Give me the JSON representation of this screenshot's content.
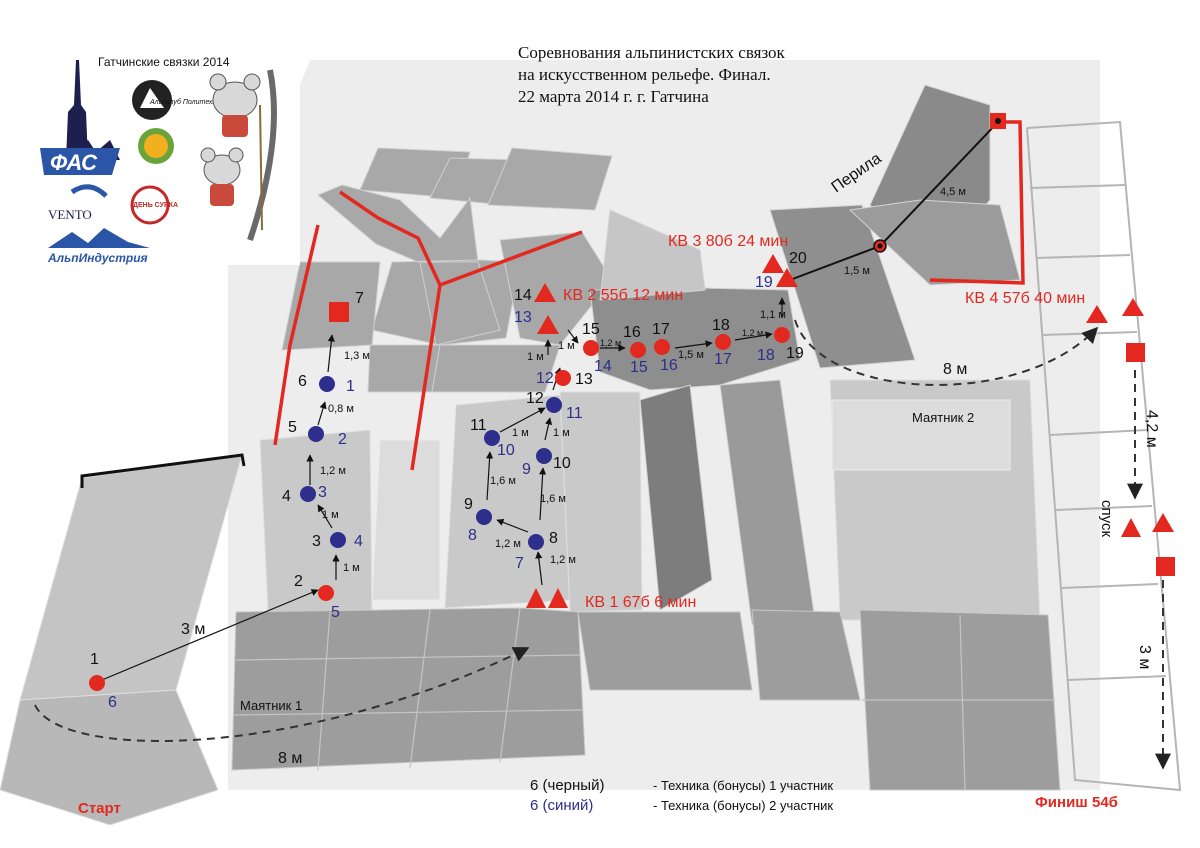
{
  "title_lines": [
    "Соревнования альпинистских связок",
    "на искусственном рельефе. Финал.",
    "22 марта 2014 г.  г. Гатчина"
  ],
  "logo_caption": "Гатчинские связки 2014",
  "logos": {
    "vento": "VENTO",
    "alpindustria": "АльпИндустрия",
    "fas": "ФАС",
    "club": "Альпклуб Политехник",
    "den_surka": "ДЕНЬ СУРКА"
  },
  "labels": {
    "start": "Старт",
    "finish": "Финиш 54б",
    "pendulum1": "Маятник 1",
    "pendulum2": "Маятник 2",
    "perila": "Перила",
    "descent": "спуск"
  },
  "checkpoints": {
    "kv1": "КВ 1 67б 6 мин",
    "kv2": "КВ 2 55б 12 мин",
    "kv3": "КВ 3 80б 24 мин",
    "kv4": "КВ 4 57б 40 мин"
  },
  "distances": {
    "d_3m": "3 м",
    "d_8m_bottom": "8 м",
    "d_8m_right": "8 м",
    "d_42m": "4,2 м",
    "d_3m_right": "3 м",
    "d_45m": "4,5 м",
    "d_15m_perila": "1,5 м",
    "c1": "1,3 м",
    "c2": "0,8 м",
    "c3": "1,2 м",
    "c4": "1 м",
    "c5": "1 м",
    "m1": "1,2 м",
    "m2": "1,2 м",
    "m3": "1,6 м",
    "m4": "1,6 м",
    "m5": "1 м",
    "m6": "1 м",
    "m7": "1 м",
    "m8": "1 м",
    "m9": "1 м",
    "r1": "1,2 м",
    "r2": "1,5 м",
    "r3": "1,2 м",
    "r4": "1,1 м"
  },
  "holds_black": [
    "1",
    "2",
    "3",
    "4",
    "5",
    "6",
    "7",
    "8",
    "9",
    "10",
    "11",
    "12",
    "13",
    "14",
    "15",
    "16",
    "17",
    "18",
    "19",
    "20"
  ],
  "holds_blue": [
    "1",
    "2",
    "3",
    "4",
    "5",
    "6",
    "7",
    "8",
    "9",
    "10",
    "11",
    "12",
    "13",
    "14",
    "15",
    "16",
    "17",
    "18",
    "19"
  ],
  "legend": [
    {
      "marker": "6 (черный)",
      "text": "- Техника (бонусы) 1 участник"
    },
    {
      "marker": "6 (синий)",
      "text": "- Техника (бонусы) 2 участник"
    }
  ],
  "colors": {
    "red": "#e3281f",
    "blue": "#2e2f8c",
    "wall_light": "#e6e6e6",
    "wall_mid": "#bdbdbd",
    "wall_dark": "#8f8f8f"
  }
}
